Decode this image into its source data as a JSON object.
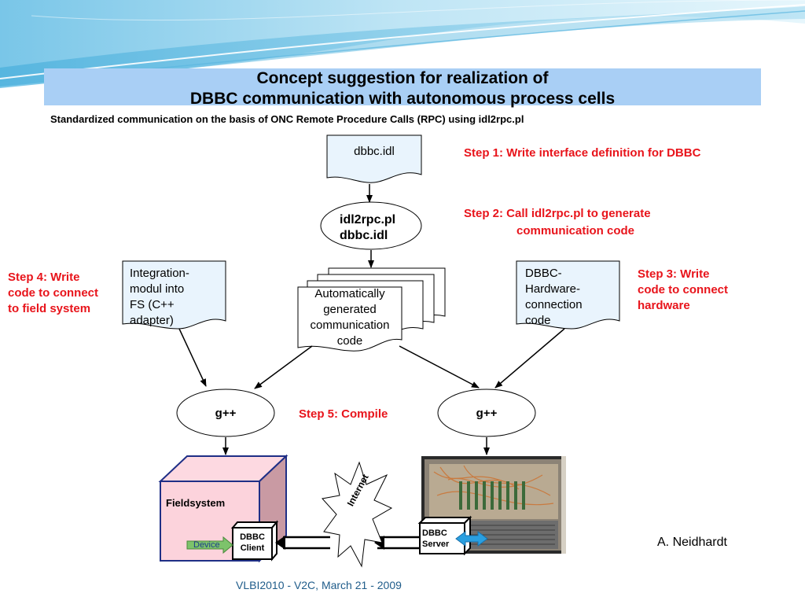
{
  "title_line1": "Concept suggestion for realization of",
  "title_line2": "DBBC communication with autonomous process cells",
  "subtitle": "Standardized communication on the basis of ONC Remote Procedure Calls (RPC) using idl2rpc.pl",
  "steps": {
    "step1": "Step 1: Write interface definition for DBBC",
    "step2_line1": "Step 2: Call idl2rpc.pl to generate",
    "step2_line2": "communication code",
    "step3_line1": "Step 3: Write",
    "step3_line2": "code to connect",
    "step3_line3": "hardware",
    "step4_line1": "Step 4: Write",
    "step4_line2": "code to connect",
    "step4_line3": "to field system",
    "step5": "Step 5: Compile"
  },
  "nodes": {
    "idl_doc": "dbbc.idl",
    "idl2rpc_line1": "idl2rpc.pl",
    "idl2rpc_line2": "dbbc.idl",
    "auto_line1": "Automatically",
    "auto_line2": "generated",
    "auto_line3": "communication",
    "auto_line4": "code",
    "integ_line1": "Integration-",
    "integ_line2": "modul into",
    "integ_line3": "FS (C++",
    "integ_line4": "adapter)",
    "hw_line1": "DBBC-",
    "hw_line2": "Hardware-",
    "hw_line3": "connection",
    "hw_line4": "code",
    "gpp_left": "g++",
    "gpp_right": "g++",
    "fieldsystem": "Fieldsystem",
    "dbbc_client_line1": "DBBC",
    "dbbc_client_line2": "Client",
    "device": "Device",
    "internet": "Internet",
    "dbbc_server_line1": "DBBC",
    "dbbc_server_line2": "Server"
  },
  "author": "A. Neidhardt",
  "footer": "VLBI2010 - V2C, March 21 - 2009",
  "colors": {
    "title_band": "#a9cff5",
    "step_text": "#e8141b",
    "doc_fill": "#e9f4fd",
    "fieldsystem_front": "#fcd3dc",
    "fieldsystem_side": "#c99aa3",
    "fieldsystem_edge": "#1f2f86",
    "device_arrow": "#7dc36b",
    "server_arrow": "#2a9fe0",
    "footer_text": "#1f5c8a"
  }
}
